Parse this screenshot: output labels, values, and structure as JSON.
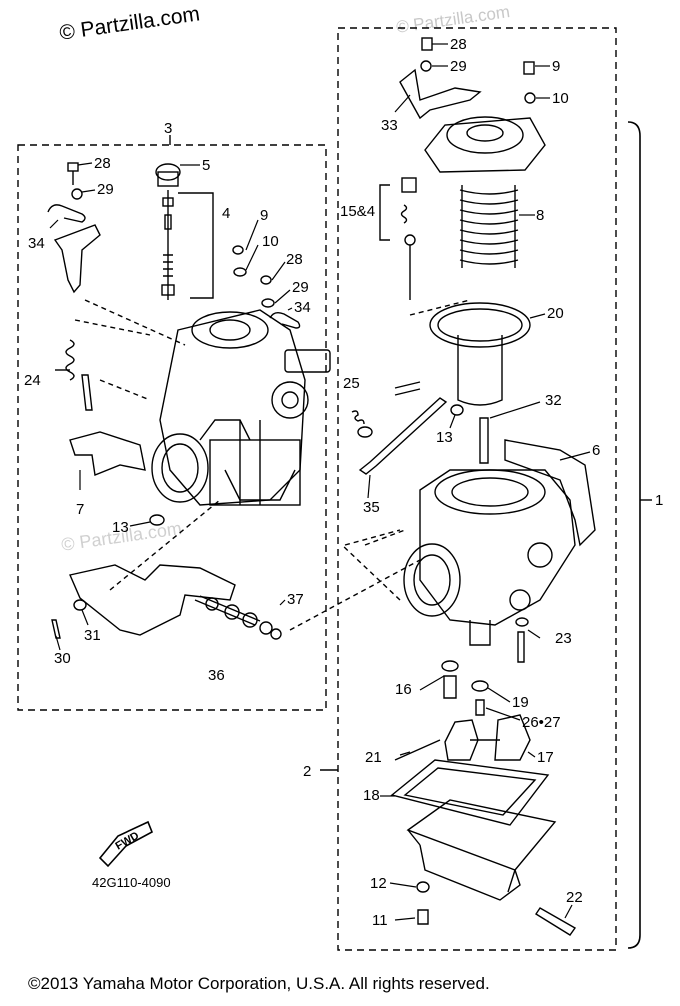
{
  "watermark": {
    "main": "© Partzilla.com",
    "faint": "© Partzilla.com"
  },
  "diagram": {
    "part_code": "42G110-4090",
    "fwd_label": "FWD",
    "group_labels": {
      "g1": "1",
      "g2": "2",
      "g3": "3"
    },
    "callouts": [
      "28",
      "29",
      "9",
      "10",
      "33",
      "15&4",
      "8",
      "20",
      "5",
      "4",
      "28",
      "29",
      "34",
      "9",
      "10",
      "28",
      "29",
      "34",
      "24",
      "25",
      "13",
      "32",
      "6",
      "35",
      "7",
      "13",
      "37",
      "31",
      "30",
      "36",
      "23",
      "16",
      "19",
      "26•27",
      "21",
      "17",
      "18",
      "12",
      "22",
      "11"
    ]
  },
  "copyright": "©2013  Yamaha Motor Corporation, U.S.A. All rights reserved."
}
